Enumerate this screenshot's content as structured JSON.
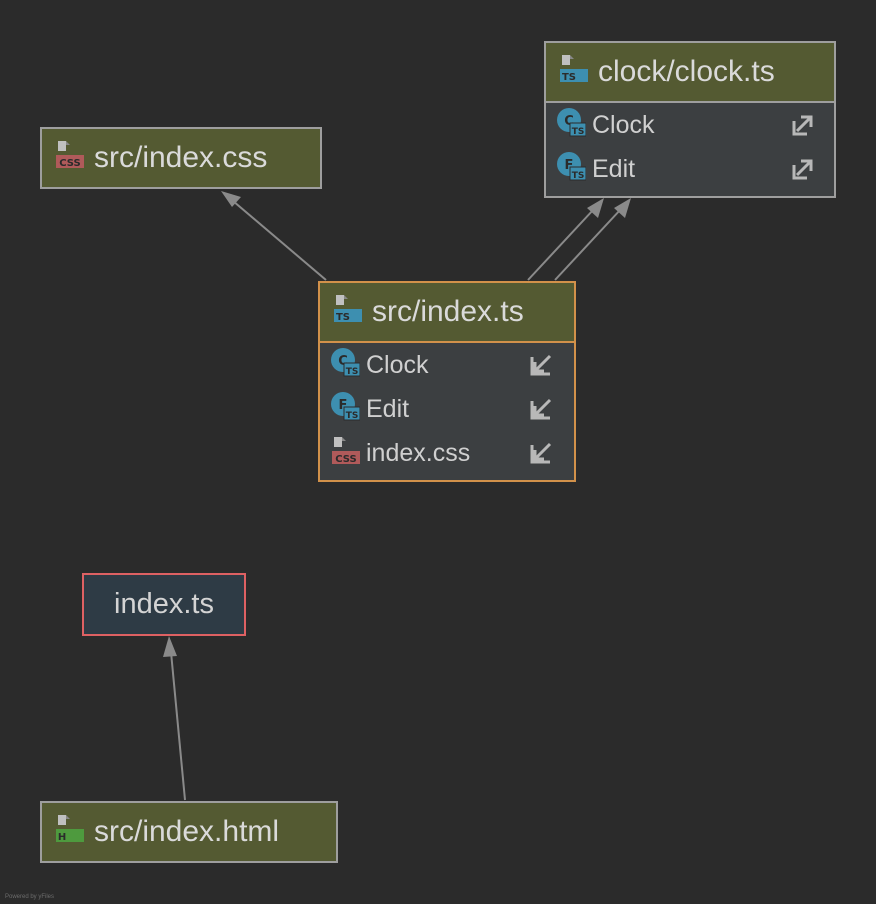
{
  "nodes": {
    "index_css": {
      "title": "src/index.css",
      "icon": "css-file-icon"
    },
    "clock_ts": {
      "title": "clock/clock.ts",
      "icon": "ts-file-icon",
      "members": [
        {
          "label": "Clock",
          "icon": "ts-class-icon",
          "arrow": "export-arrow-icon"
        },
        {
          "label": "Edit",
          "icon": "ts-function-icon",
          "arrow": "export-arrow-icon"
        }
      ]
    },
    "index_ts_src": {
      "title": "src/index.ts",
      "icon": "ts-file-icon",
      "members": [
        {
          "label": "Clock",
          "icon": "ts-class-icon",
          "arrow": "import-arrow-icon"
        },
        {
          "label": "Edit",
          "icon": "ts-function-icon",
          "arrow": "import-arrow-icon"
        },
        {
          "label": "index.css",
          "icon": "css-file-icon",
          "arrow": "import-arrow-icon"
        }
      ]
    },
    "index_ts": {
      "title": "index.ts"
    },
    "index_html": {
      "title": "src/index.html",
      "icon": "html-file-icon"
    }
  },
  "edges": [
    {
      "from": "src/index.ts",
      "to": "src/index.css"
    },
    {
      "from": "src/index.ts",
      "to": "clock/clock.ts"
    },
    {
      "from": "src/index.ts",
      "to": "clock/clock.ts"
    },
    {
      "from": "src/index.html",
      "to": "index.ts"
    }
  ],
  "footer": "Powered by yFiles",
  "colors": {
    "background": "#2b2b2b",
    "header": "#545a32",
    "body": "#3c3f41",
    "border": "#9e9e9e",
    "selected_border": "#d2914a",
    "error_border": "#de6163",
    "ts": "#3d8fb0",
    "css": "#b05a5a",
    "html": "#4e9a3e",
    "edge": "#8a8a8a"
  }
}
